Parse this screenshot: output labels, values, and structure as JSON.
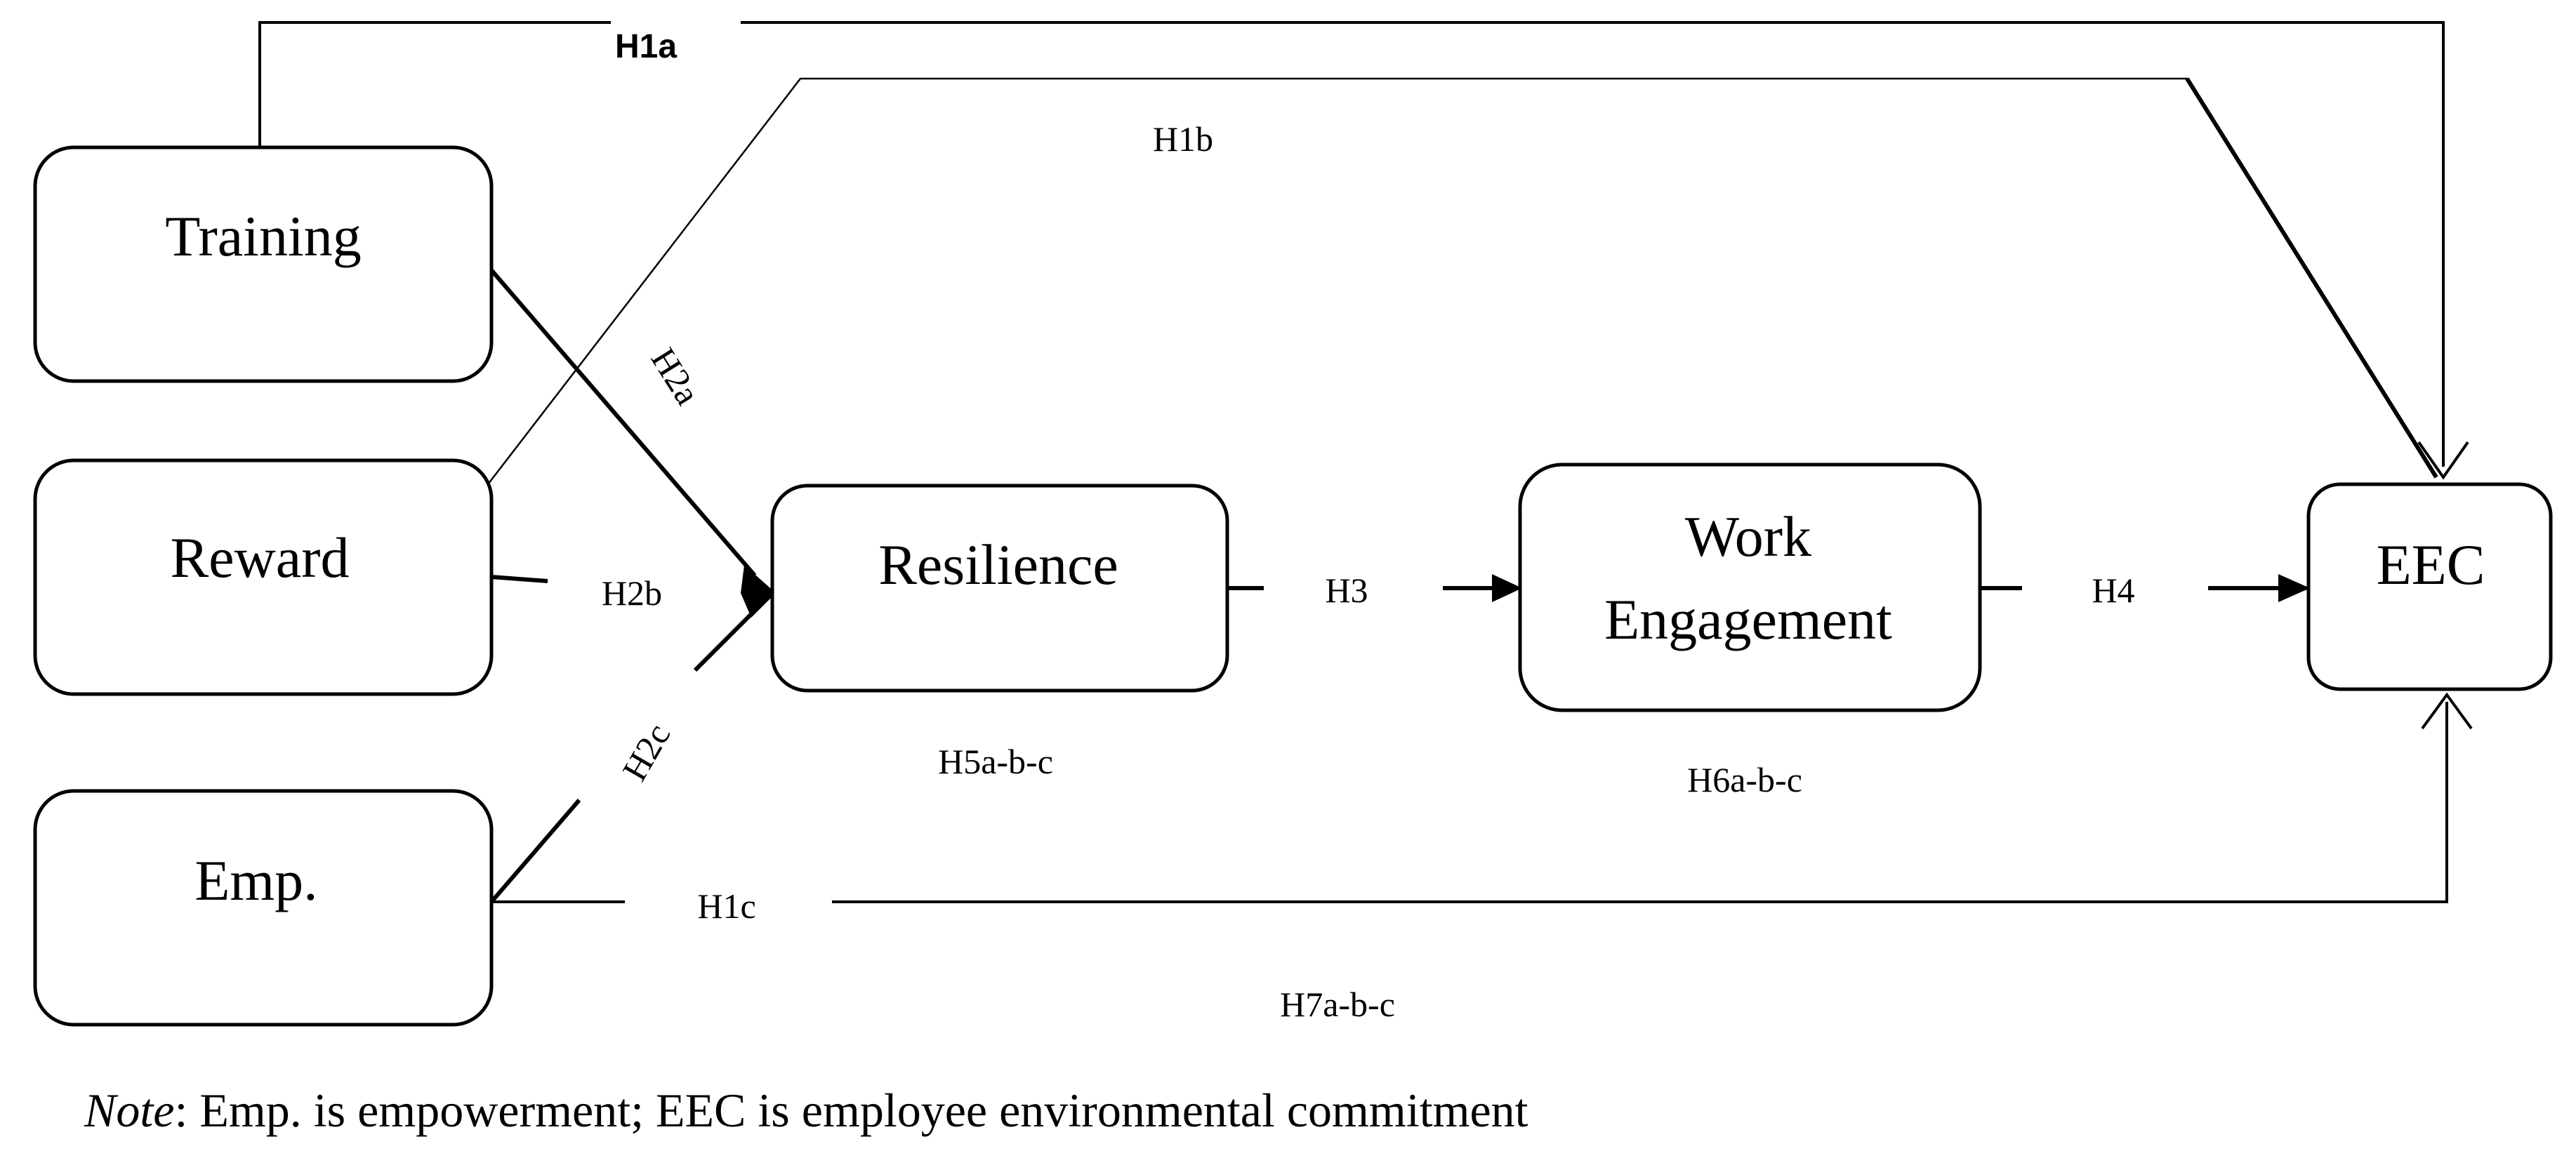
{
  "nodes": {
    "training": "Training",
    "reward": "Reward",
    "emp": "Emp.",
    "resilience": "Resilience",
    "work_engagement_line1": "Work",
    "work_engagement_line2": "Engagement",
    "eec": "EEC"
  },
  "hypotheses": {
    "h1a": "H1a",
    "h1b": "H1b",
    "h1c": "H1c",
    "h2a": "H2a",
    "h2b": "H2b",
    "h2c": "H2c",
    "h3": "H3",
    "h4": "H4",
    "h5": "H5a-b-c",
    "h6": "H6a-b-c",
    "h7": "H7a-b-c"
  },
  "note": {
    "prefix": "Note",
    "text": ": Emp. is empowerment; EEC is employee environmental commitment"
  }
}
